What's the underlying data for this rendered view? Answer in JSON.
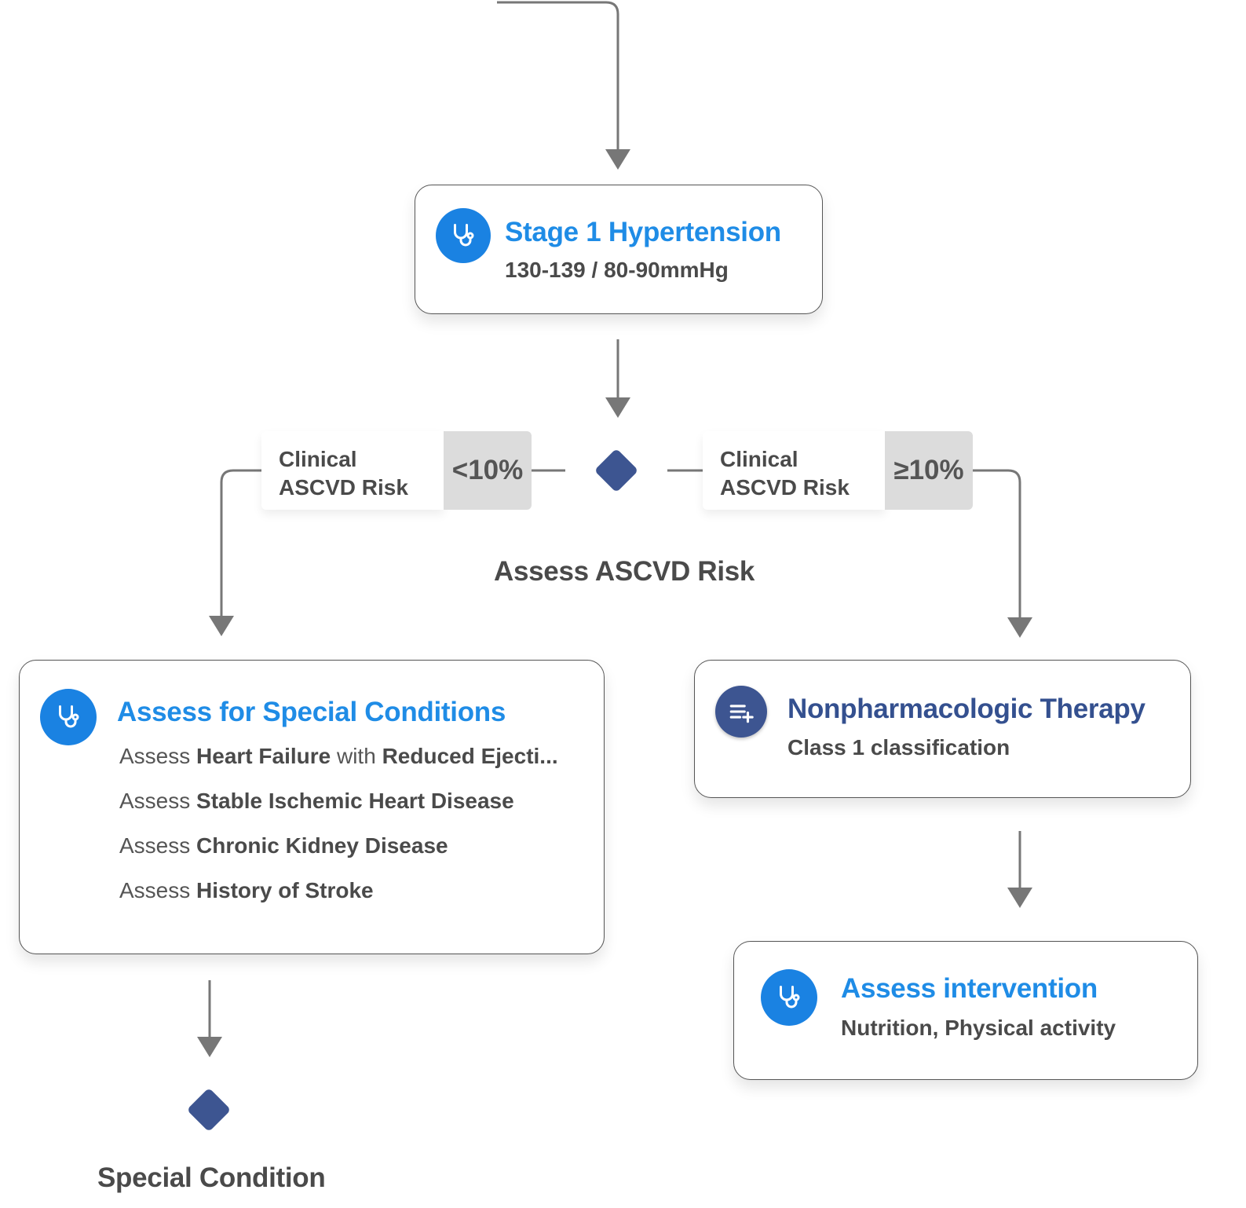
{
  "colors": {
    "connector": "#777777",
    "icon_blue": "#1a82e2",
    "icon_navy": "#3d5591",
    "title_blue": "#1f8ce6",
    "title_navy": "#34508f",
    "diamond": "#3d5591",
    "risk_value_bg": "#dcdcdc"
  },
  "nodes": {
    "stage1": {
      "icon": "stethoscope-icon",
      "title": "Stage 1 Hypertension",
      "subtitle": "130-139 / 80-90mmHg"
    },
    "risk_low": {
      "label_line1": "Clinical",
      "label_line2": "ASCVD Risk",
      "value": "<10%"
    },
    "risk_high": {
      "label_line1": "Clinical",
      "label_line2": "ASCVD Risk",
      "value": "≥10%"
    },
    "decision_risk": {
      "label": "Assess ASCVD Risk"
    },
    "special_conditions": {
      "icon": "stethoscope-icon",
      "title": "Assess for Special Conditions",
      "items": [
        {
          "prefix": "Assess ",
          "part1": "Heart Failure",
          "middle": " with ",
          "part2": "Reduced Ejecti..."
        },
        {
          "prefix": "Assess ",
          "part1": "Stable Ischemic Heart Disease",
          "middle": "",
          "part2": ""
        },
        {
          "prefix": "Assess ",
          "part1": "Chronic Kidney Disease",
          "middle": "",
          "part2": ""
        },
        {
          "prefix": "Assess ",
          "part1": "History of Stroke",
          "middle": "",
          "part2": ""
        }
      ]
    },
    "nonpharm": {
      "icon": "list-add-icon",
      "title": "Nonpharmacologic Therapy",
      "subtitle": "Class 1 classification"
    },
    "intervention": {
      "icon": "stethoscope-icon",
      "title": "Assess intervention",
      "subtitle": "Nutrition, Physical activity"
    },
    "decision_special": {
      "label": "Special Condition"
    }
  }
}
